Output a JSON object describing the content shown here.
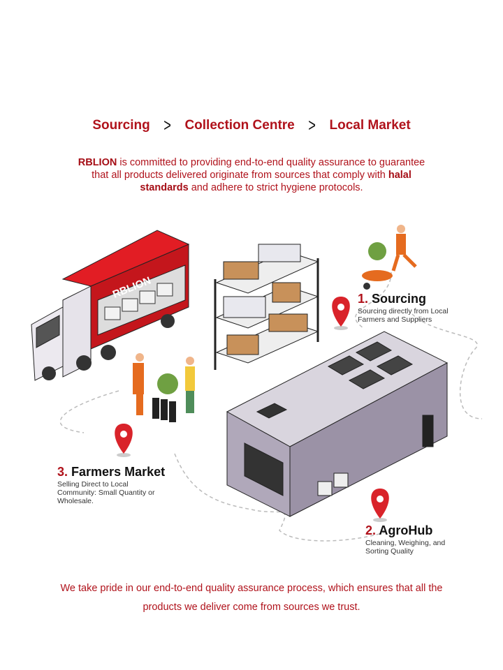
{
  "breadcrumb": [
    "Sourcing",
    "Collection Centre",
    "Local Market"
  ],
  "intro": {
    "brand": "RBLION",
    "part1": " is committed to providing end-to-end quality assurance to guarantee that all products delivered originate from sources that comply with ",
    "highlight": "halal standards",
    "part2": " and adhere to strict hygiene protocols."
  },
  "truck_logo": "RBLION",
  "steps": [
    {
      "num": "1.",
      "title": "Sourcing",
      "desc": "Sourcing directly from Local Farmers and Suppliers"
    },
    {
      "num": "2.",
      "title": "AgroHub",
      "desc": "Cleaning, Weighing, and Sorting Quality"
    },
    {
      "num": "3.",
      "title": "Farmers Market",
      "desc": "Selling Direct to Local Community: Small Quantity or Wholesale."
    }
  ],
  "footer": "We take pride in our end-to-end quality assurance process, which ensures that all the products we deliver come from sources we trust.",
  "colors": {
    "accent": "#b0121b",
    "building": "#a59bb0",
    "box": "#c8915a"
  }
}
